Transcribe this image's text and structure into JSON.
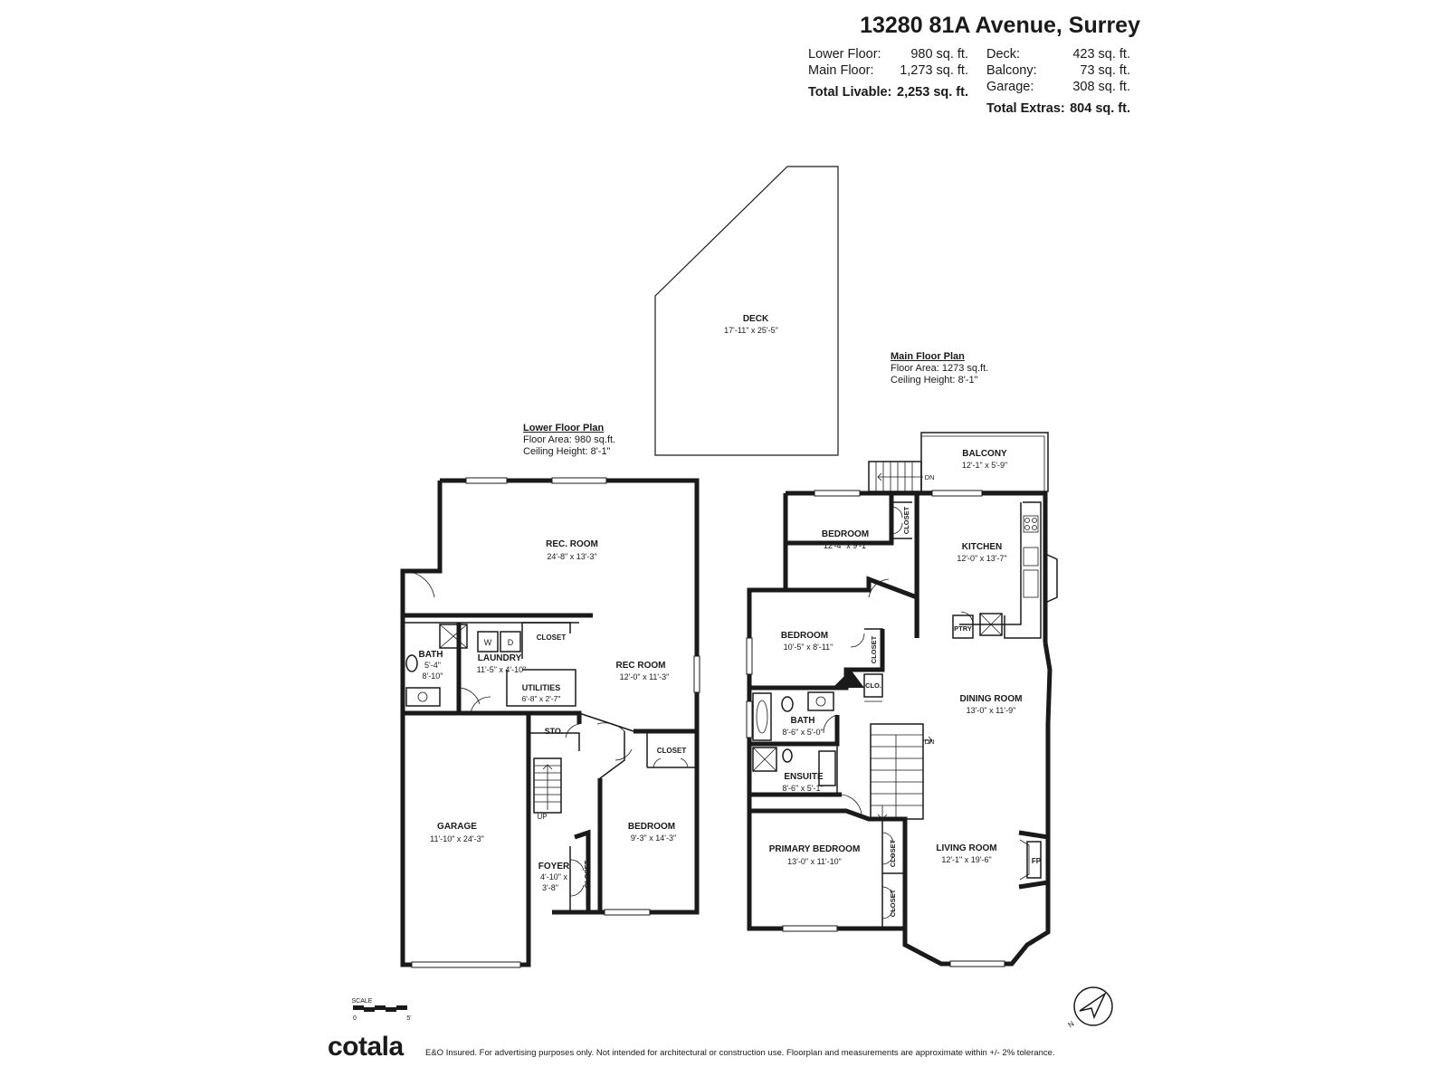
{
  "header": {
    "address": "13280 81A Avenue, Surrey",
    "stats_left": [
      {
        "label": "Lower Floor:",
        "value": "980 sq. ft."
      },
      {
        "label": "Main Floor:",
        "value": "1,273 sq. ft."
      }
    ],
    "total_livable": {
      "label": "Total Livable:",
      "value": "2,253 sq. ft."
    },
    "stats_right": [
      {
        "label": "Deck:",
        "value": "423 sq. ft."
      },
      {
        "label": "Balcony:",
        "value": "73 sq. ft."
      },
      {
        "label": "Garage:",
        "value": "308 sq. ft."
      }
    ],
    "total_extras": {
      "label": "Total Extras:",
      "value": "804 sq. ft."
    }
  },
  "lower_plan": {
    "title": "Lower Floor Plan",
    "area": "Floor Area: 980 sq.ft.",
    "ceiling": "Ceiling Height: 8'-1\"",
    "rooms": {
      "rec_room_1": {
        "name": "REC. ROOM",
        "dims": "24'-8\" x 13'-3\""
      },
      "rec_room_2": {
        "name": "REC ROOM",
        "dims": "12'-0\" x 11'-3\""
      },
      "bath": {
        "name": "BATH",
        "dims1": "5'-4\"",
        "dims2": "8'-10\""
      },
      "laundry": {
        "name": "LAUNDRY",
        "dims": "11'-5\" x 4'-10\""
      },
      "washer": "W",
      "dryer": "D",
      "closet_laundry": "CLOSET",
      "utilities": {
        "name": "UTILITIES",
        "dims": "6'-8\" x 2'-7\""
      },
      "sto": "STO.",
      "closet_bed": "CLOSET",
      "garage": {
        "name": "GARAGE",
        "dims": "11'-10\" x 24'-3\""
      },
      "bedroom": {
        "name": "BEDROOM",
        "dims": "9'-3\" x 14'-3\""
      },
      "foyer": {
        "name": "FOYER",
        "dims1": "4'-10\" x",
        "dims2": "3'-8\""
      },
      "closet_foyer": "CLOSET",
      "stairs": "UP"
    }
  },
  "main_plan": {
    "title": "Main Floor Plan",
    "area": "Floor Area: 1273 sq.ft.",
    "ceiling": "Ceiling Height: 8'-1\"",
    "rooms": {
      "deck": {
        "name": "DECK",
        "dims": "17'-11\" x 25'-5\""
      },
      "balcony": {
        "name": "BALCONY",
        "dims": "12'-1\" x 5'-9\""
      },
      "stairs_balcony": "DN",
      "bedroom_1": {
        "name": "BEDROOM",
        "dims": "12'-4\" x 9'-1\""
      },
      "closet_1": "CLOSET",
      "kitchen": {
        "name": "KITCHEN",
        "dims": "12'-0\" x 13'-7\""
      },
      "pantry": "PTRY",
      "bedroom_2": {
        "name": "BEDROOM",
        "dims": "10'-5\" x 8'-11\""
      },
      "closet_2": "CLOSET",
      "clo": "CLO.",
      "dining": {
        "name": "DINING ROOM",
        "dims": "13'-0\" x 11'-9\""
      },
      "bath": {
        "name": "BATH",
        "dims": "8'-6\" x 5'-0\""
      },
      "ensuite": {
        "name": "ENSUITE",
        "dims": "8'-6\" x 5'-1\""
      },
      "stairs_main": "DN",
      "primary": {
        "name": "PRIMARY BEDROOM",
        "dims": "13'-0\" x 11'-10\""
      },
      "closet_3": "CLOSET",
      "closet_4": "CLOSET",
      "living": {
        "name": "LIVING ROOM",
        "dims": "12'-1\" x 19'-6\""
      },
      "fireplace": "FP"
    }
  },
  "scale": {
    "label": "SCALE",
    "min": "0",
    "max": "5'"
  },
  "compass": {
    "north": "N"
  },
  "footer": {
    "logo": "cotala",
    "disclaimer": "E&O Insured. For advertising purposes only. Not intended for architectural or construction use. Floorplan and measurements are approximate within +/- 2% tolerance."
  }
}
